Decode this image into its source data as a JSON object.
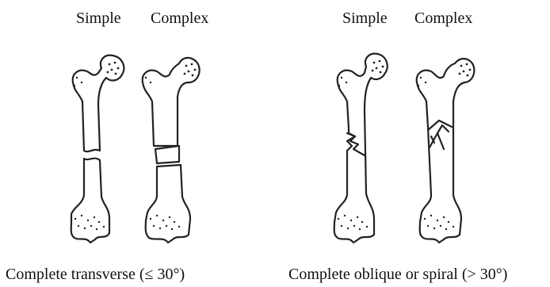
{
  "panels": [
    {
      "column_labels": {
        "simple": "Simple",
        "complex": "Complex"
      },
      "caption": "Complete transverse (≤ 30°)"
    },
    {
      "column_labels": {
        "simple": "Simple",
        "complex": "Complex"
      },
      "caption": "Complete oblique or spiral (> 30°)"
    }
  ]
}
